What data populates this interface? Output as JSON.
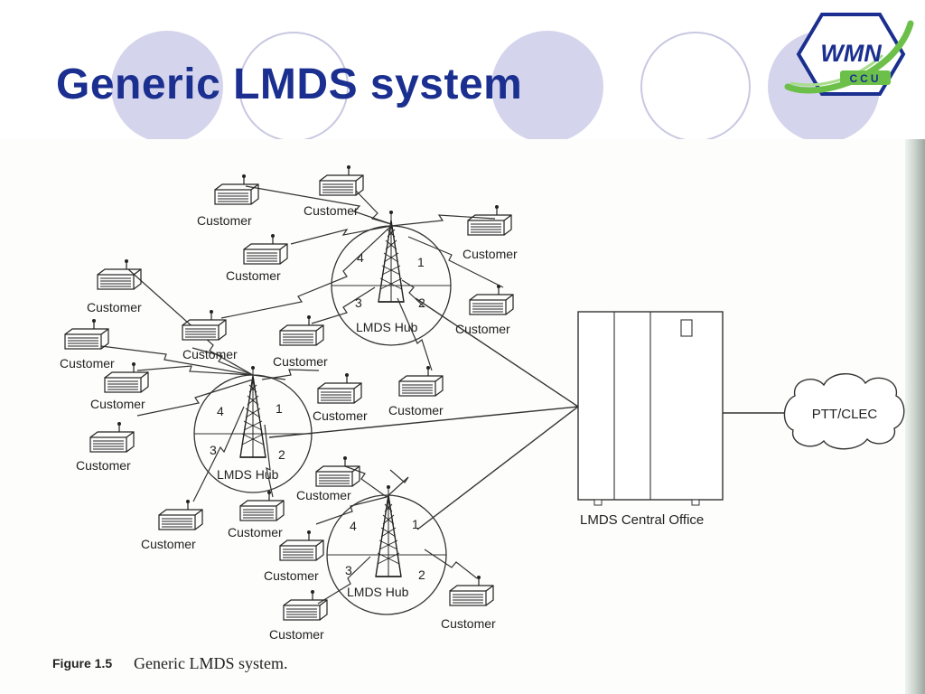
{
  "slide": {
    "title": "Generic LMDS system"
  },
  "logo": {
    "main_text": "WMN",
    "sub_text": "CCU"
  },
  "caption": {
    "figure_number": "Figure 1.5",
    "text": "Generic LMDS system."
  },
  "diagram": {
    "customer_label": "Customer",
    "hub_label": "LMDS Hub",
    "central_office_label": "LMDS Central Office",
    "cloud_label": "PTT/CLEC",
    "sector_numbers": [
      "1",
      "2",
      "3",
      "4"
    ]
  },
  "colors": {
    "title": "#1a2f8f",
    "deco_circle_fill": "#d4d4ec",
    "deco_circle_stroke": "#c8c8e2",
    "logo_blue": "#1a2f8f",
    "logo_green": "#6cc04a"
  }
}
